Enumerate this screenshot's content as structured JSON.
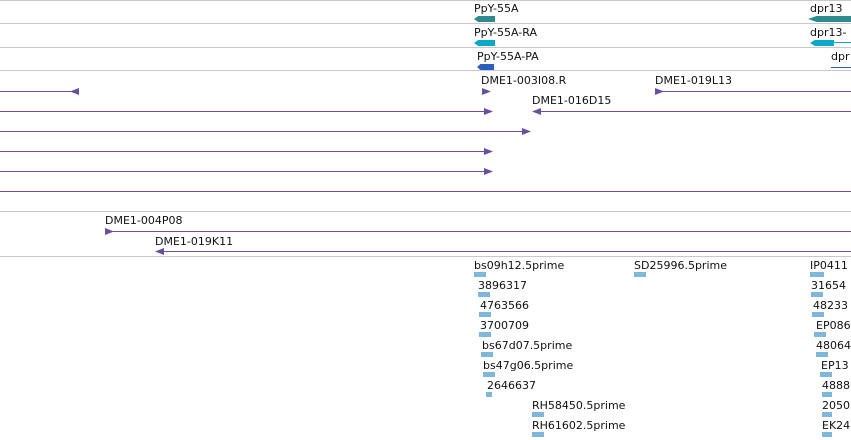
{
  "colors": {
    "gene": "#2f8a8f",
    "transcript": "#0aa7c8",
    "protein": "#2a5fc0",
    "clone": "#6a4fa0",
    "est": "#7fb7dc",
    "separator": "#c8c8c8"
  },
  "tracks": {
    "genes": [
      {
        "label": "PpY-55A"
      },
      {
        "label": "dpr13"
      }
    ],
    "transcripts": [
      {
        "label": "PpY-55A-RA"
      },
      {
        "label": "dpr13-"
      }
    ],
    "proteins": [
      {
        "label": "PpY-55A-PA"
      },
      {
        "label": "dpr"
      }
    ],
    "clones": [
      {
        "label": "DME1-003I08.R"
      },
      {
        "label": "DME1-019L13"
      },
      {
        "label": "DME1-016D15"
      },
      {
        "label": "DME1-004P08"
      },
      {
        "label": "DME1-019K11"
      }
    ],
    "ests": [
      {
        "label": "bs09h12.5prime"
      },
      {
        "label": "SD25996.5prime"
      },
      {
        "label": "IP0411"
      },
      {
        "label": "3896317"
      },
      {
        "label": "31654"
      },
      {
        "label": "4763566"
      },
      {
        "label": "48233"
      },
      {
        "label": "3700709"
      },
      {
        "label": "EP086"
      },
      {
        "label": "bs67d07.5prime"
      },
      {
        "label": "48064"
      },
      {
        "label": "bs47g06.5prime"
      },
      {
        "label": "EP13"
      },
      {
        "label": "2646637"
      },
      {
        "label": "4888"
      },
      {
        "label": "RH58450.5prime"
      },
      {
        "label": "2050"
      },
      {
        "label": "RH61602.5prime"
      },
      {
        "label": "EK24"
      }
    ]
  }
}
